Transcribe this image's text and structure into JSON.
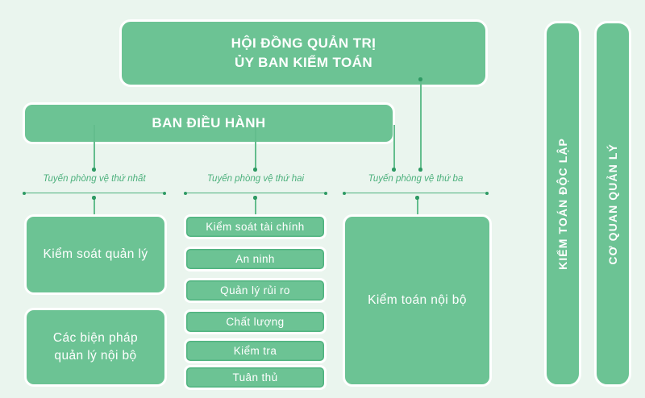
{
  "diagram": {
    "title_box": {
      "line1": "HỘI ĐỒNG QUẢN TRỊ",
      "line2": "ỦY BAN KIỂM TOÁN"
    },
    "executive_box": {
      "label": "BAN ĐIỀU HÀNH"
    },
    "lines_of_defence": [
      {
        "label": "Tuyến phòng vệ thứ nhất"
      },
      {
        "label": "Tuyến phòng vệ thứ hai"
      },
      {
        "label": "Tuyến phòng vệ thứ ba"
      }
    ],
    "column_one": [
      {
        "label": "Kiểm soát quản lý"
      },
      {
        "label": "Các biện pháp\nquản lý nội bộ",
        "line1": "Các biện pháp",
        "line2": "quản lý nội bộ"
      }
    ],
    "column_two": [
      {
        "label": "Kiểm soát tài chính"
      },
      {
        "label": "An ninh"
      },
      {
        "label": "Quản lý rủi ro"
      },
      {
        "label": "Chất lượng"
      },
      {
        "label": "Kiểm tra"
      },
      {
        "label": "Tuân thủ"
      }
    ],
    "column_three": [
      {
        "label": "Kiểm toán nội bộ"
      }
    ],
    "side_bars": [
      {
        "label": "KIỂM TOÁN ĐỘC LẬP"
      },
      {
        "label": "CƠ QUAN QUẢN LÝ"
      }
    ],
    "colors": {
      "background": "#eaf5ee",
      "box_fill": "#6cc394",
      "box_border": "#ffffff",
      "accent_line": "#4cb07c",
      "dot": "#2f9a64",
      "text_on_box": "#ffffff"
    }
  }
}
